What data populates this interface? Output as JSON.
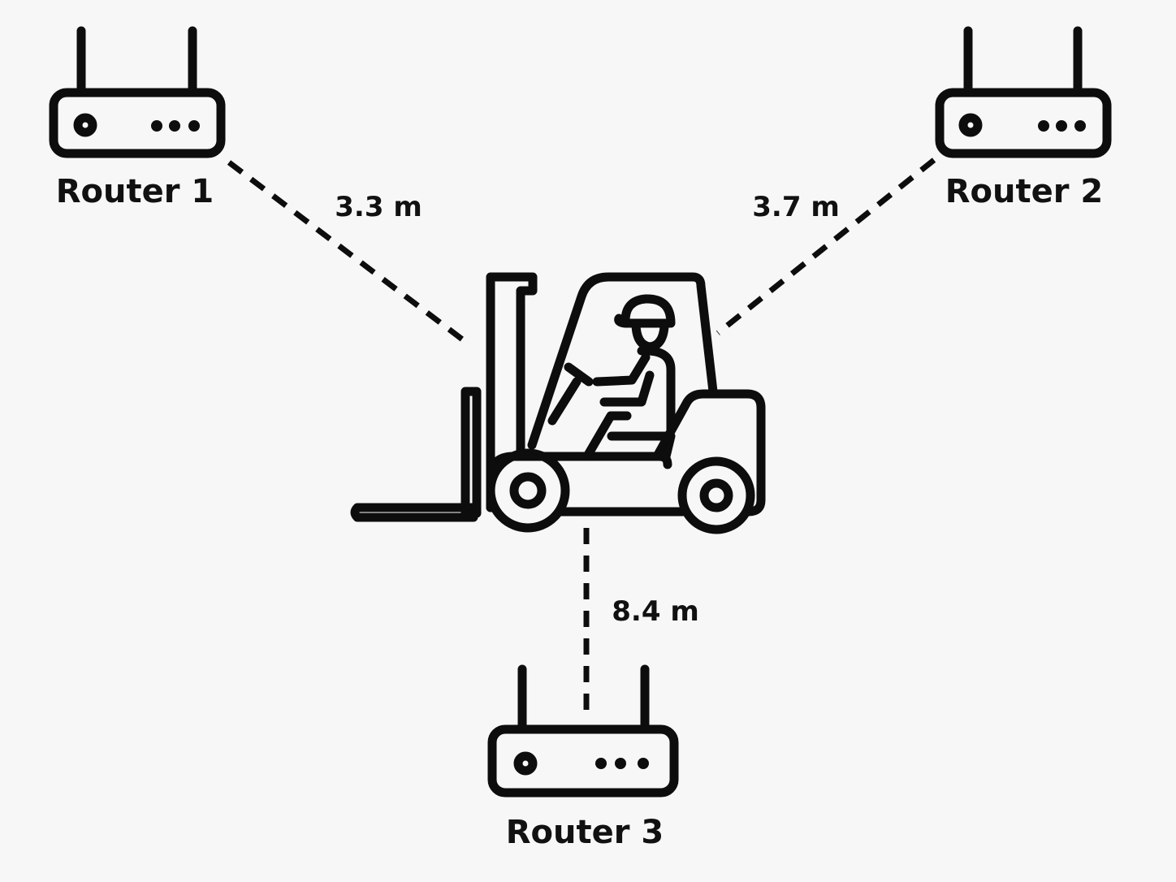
{
  "routers": [
    {
      "name": "Router 1"
    },
    {
      "name": "Router 2"
    },
    {
      "name": "Router 3"
    }
  ],
  "distances": [
    {
      "from": "Router 1",
      "to": "forklift",
      "label": "3.3 m"
    },
    {
      "from": "Router 2",
      "to": "forklift",
      "label": "3.7 m"
    },
    {
      "from": "Router 3",
      "to": "forklift",
      "label": "8.4 m"
    }
  ],
  "colors": {
    "line": "#0d0d0d",
    "background": "#f7f7f7"
  },
  "icons": {
    "router": "wifi-router-icon",
    "forklift": "forklift-with-driver-icon"
  }
}
